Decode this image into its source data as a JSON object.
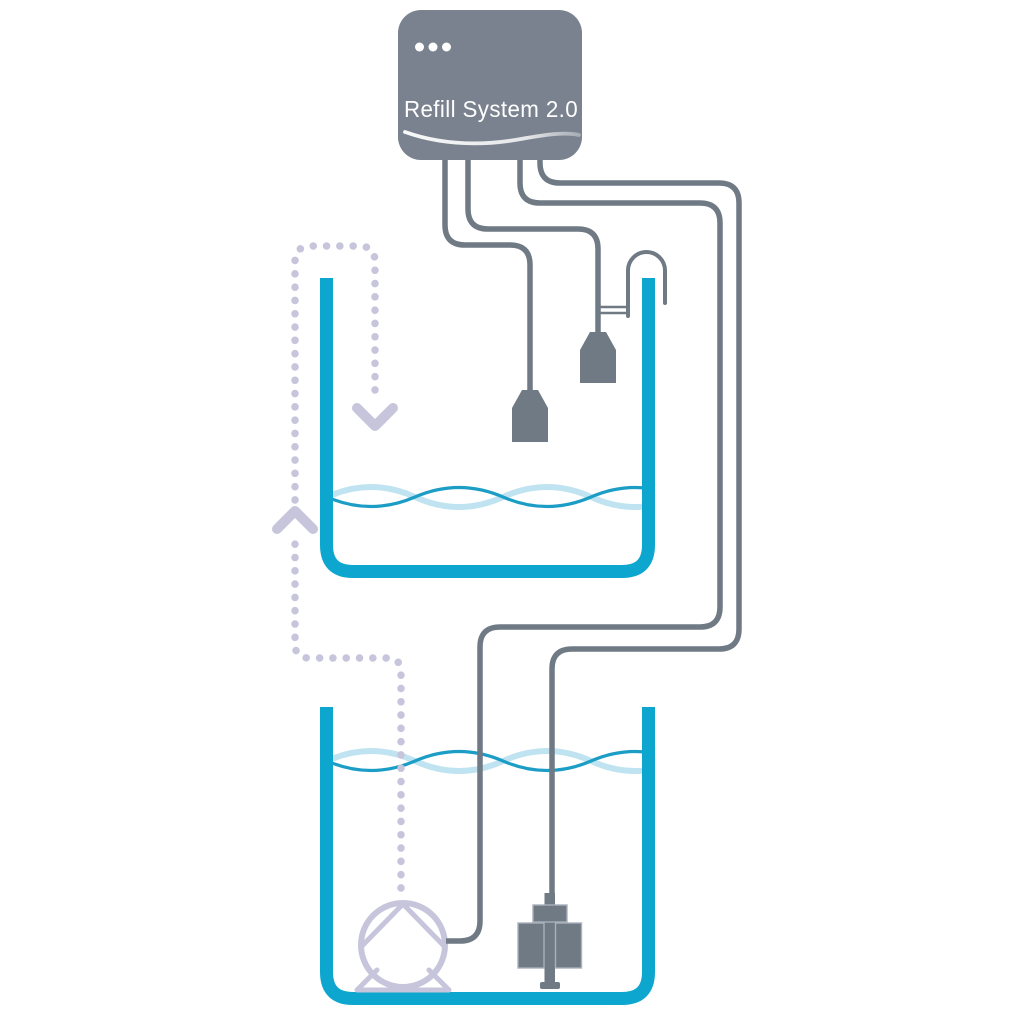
{
  "controller": {
    "label": "Refill System 2.0",
    "led_count": 3
  },
  "components": {
    "controller": "refill-controller-unit",
    "upper_tank": "aquarium-tank",
    "lower_tank": "reservoir-tank",
    "sensor_low": "water-level-sensor-low",
    "sensor_high": "water-level-sensor-high",
    "hook": "rim-mounting-hook",
    "clamp": "sensor-clamp",
    "pump": "refill-pump",
    "float_switch": "reservoir-float-switch",
    "flow_path": "water-flow-dotted-path",
    "flow_direction": [
      "up-from-reservoir",
      "down-into-aquarium"
    ]
  },
  "colors": {
    "device": "#79828e",
    "wire": "#6f7a85",
    "teal": "#0da6ce",
    "waterLight": "#bfe3f0",
    "waterDark": "#1b9dc6",
    "lavender": "#c7c5db",
    "label": "#ffffff",
    "background": "#ffffff"
  }
}
